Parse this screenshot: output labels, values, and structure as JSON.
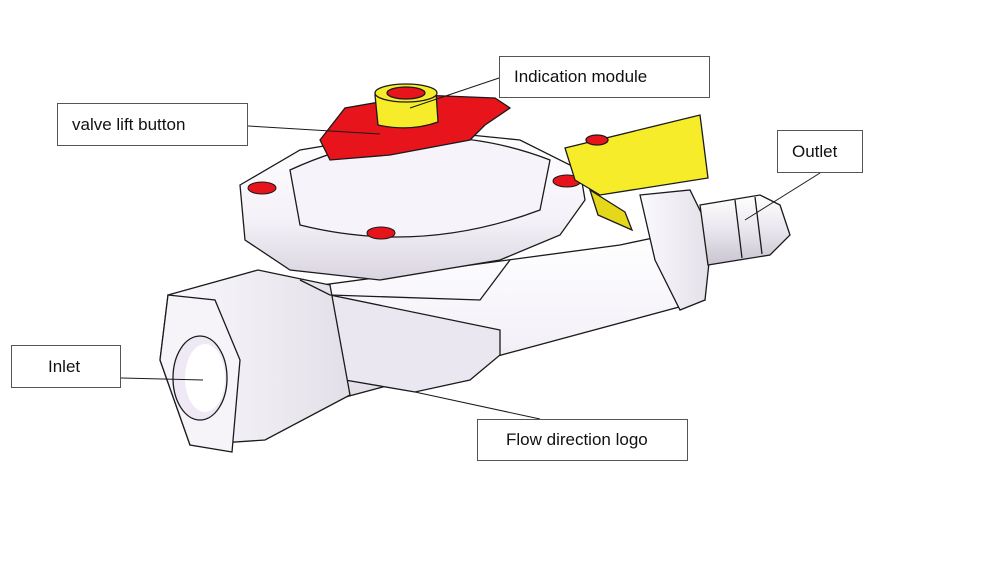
{
  "labels": {
    "indication_module": "Indication module",
    "valve_lift_button": "valve lift button",
    "outlet": "Outlet",
    "inlet": "Inlet",
    "flow_direction_logo": "Flow direction logo"
  },
  "colors": {
    "body": "#f2eff7",
    "outline": "#1a1a1a",
    "red": "#e8141c",
    "yellow": "#f7ec2a"
  }
}
